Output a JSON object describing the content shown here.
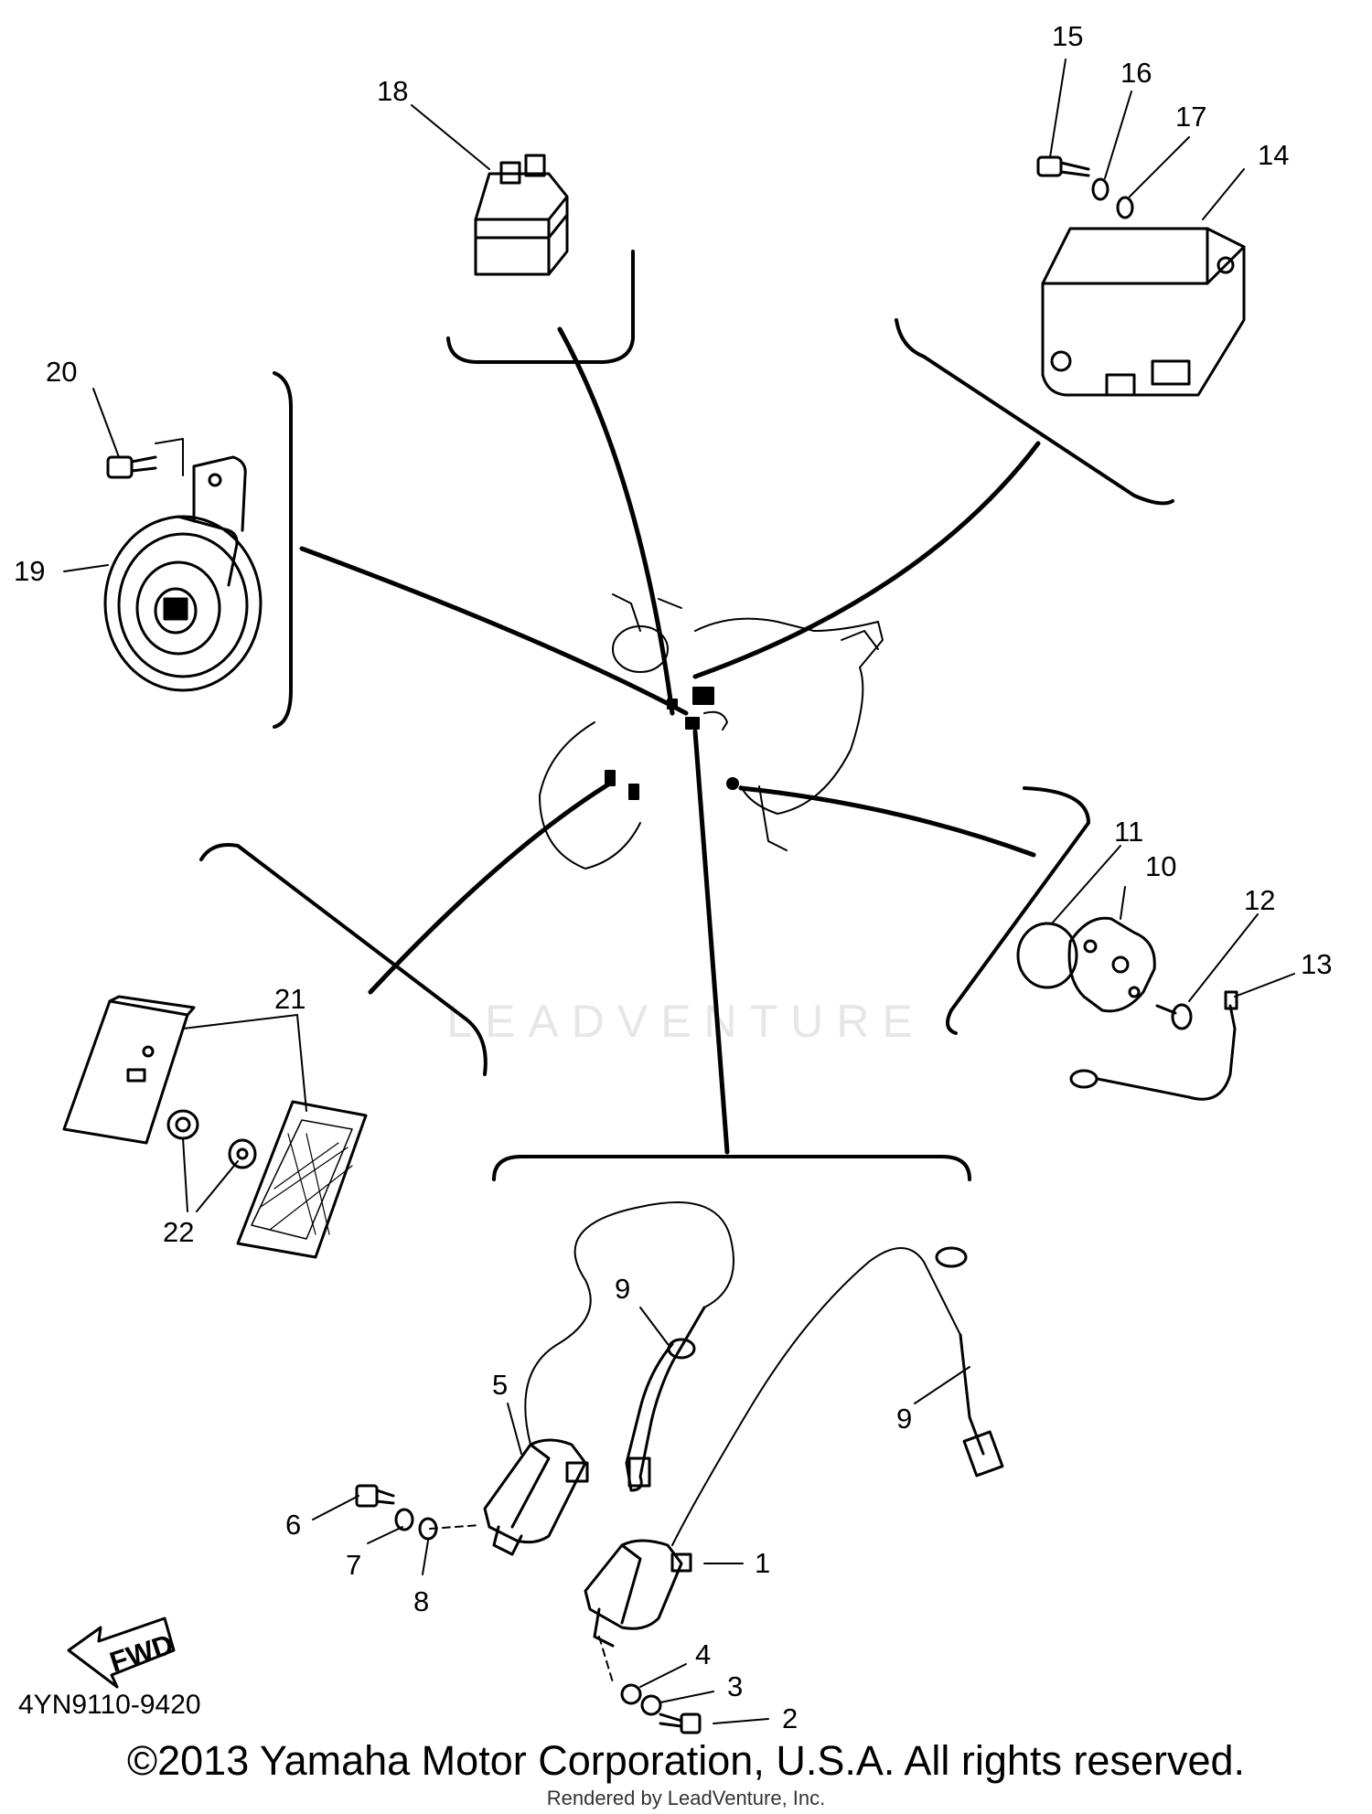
{
  "diagram": {
    "part_code": "4YN9110-9420",
    "copyright": "©2013 Yamaha Motor Corporation, U.S.A. All rights reserved.",
    "rendered_by": "Rendered by LeadVenture, Inc.",
    "watermark": "LEADVENTURE",
    "fwd_label": "FWD",
    "callouts": [
      "1",
      "2",
      "3",
      "4",
      "5",
      "6",
      "7",
      "8",
      "9",
      "9",
      "10",
      "11",
      "12",
      "13",
      "14",
      "15",
      "16",
      "17",
      "18",
      "19",
      "20",
      "21",
      "22"
    ]
  }
}
